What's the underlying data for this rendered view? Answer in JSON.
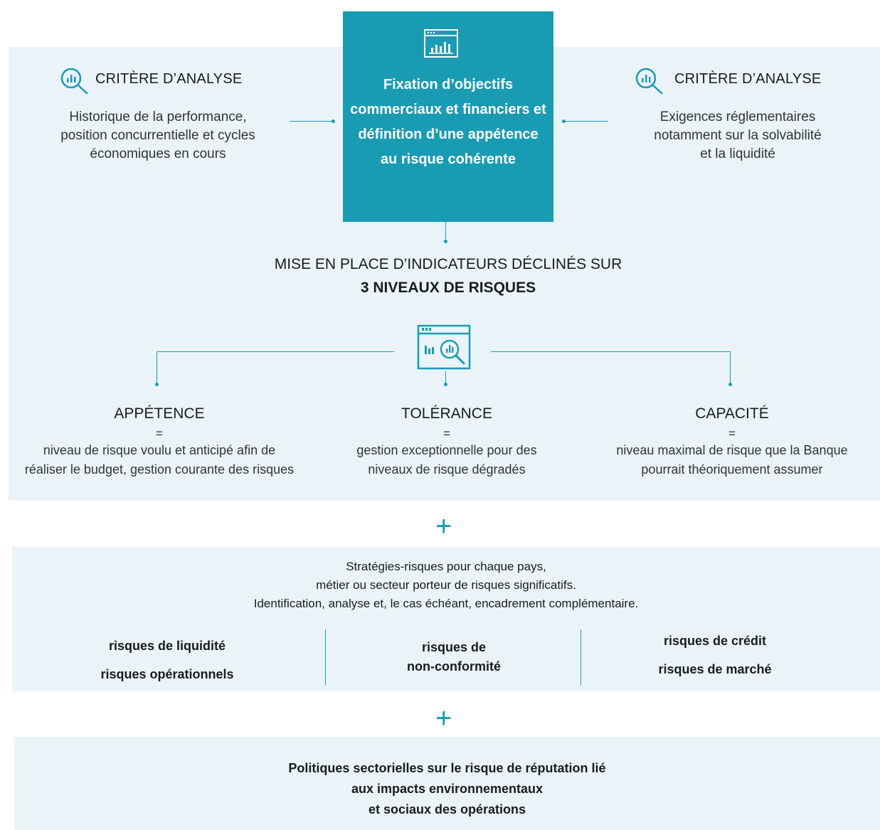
{
  "top_box": {
    "text": "Fixation d’objectifs commerciaux et financiers et définition d’une appétence au risque cohérente",
    "icon": "bar-chart-window-icon"
  },
  "left_criterion": {
    "title": "CRITÈRE D’ANALYSE",
    "icon": "magnifier-chart-icon",
    "lines": [
      "Historique de la performance,",
      "position concurrentielle et cycles",
      "économiques en cours"
    ]
  },
  "right_criterion": {
    "title": "CRITÈRE D’ANALYSE",
    "icon": "magnifier-chart-icon",
    "lines": [
      "Exigences réglementaires",
      "notamment sur la solvabilité",
      "et la liquidité"
    ]
  },
  "indicators": {
    "line1": "MISE EN PLACE D’INDICATEURS DÉCLINÉS SUR",
    "line2": "3 NIVEAUX DE RISQUES",
    "icon": "dashboard-analysis-icon"
  },
  "levels": [
    {
      "title": "APPÉTENCE",
      "eq": "=",
      "lines": [
        "niveau de risque voulu et anticipé afin de",
        "réaliser le budget, gestion courante des risques"
      ]
    },
    {
      "title": "TOLÉRANCE",
      "eq": "=",
      "lines": [
        "gestion exceptionnelle pour des",
        "niveaux de risque dégradés"
      ]
    },
    {
      "title": "CAPACITÉ",
      "eq": "=",
      "lines": [
        "niveau maximal de risque que la Banque",
        "pourrait théoriquement assumer"
      ]
    }
  ],
  "plus_sign": "+",
  "strategies": {
    "lines": [
      "Stratégies-risques pour chaque pays,",
      "métier ou secteur porteur de risques significatifs.",
      "Identification, analyse et, le cas échéant, encadrement complémentaire."
    ],
    "col1": [
      "risques de liquidité",
      "risques opérationnels"
    ],
    "col2": [
      "risques de",
      "non-conformité"
    ],
    "col3": [
      "risques de crédit",
      "risques de marché"
    ]
  },
  "policies": {
    "lines": [
      "Politiques sectorielles sur le risque de réputation lié",
      "aux impacts environnementaux",
      "et sociaux des opérations"
    ]
  },
  "colors": {
    "accent": "#1a9bb4",
    "panel": "#eaf4f8"
  }
}
